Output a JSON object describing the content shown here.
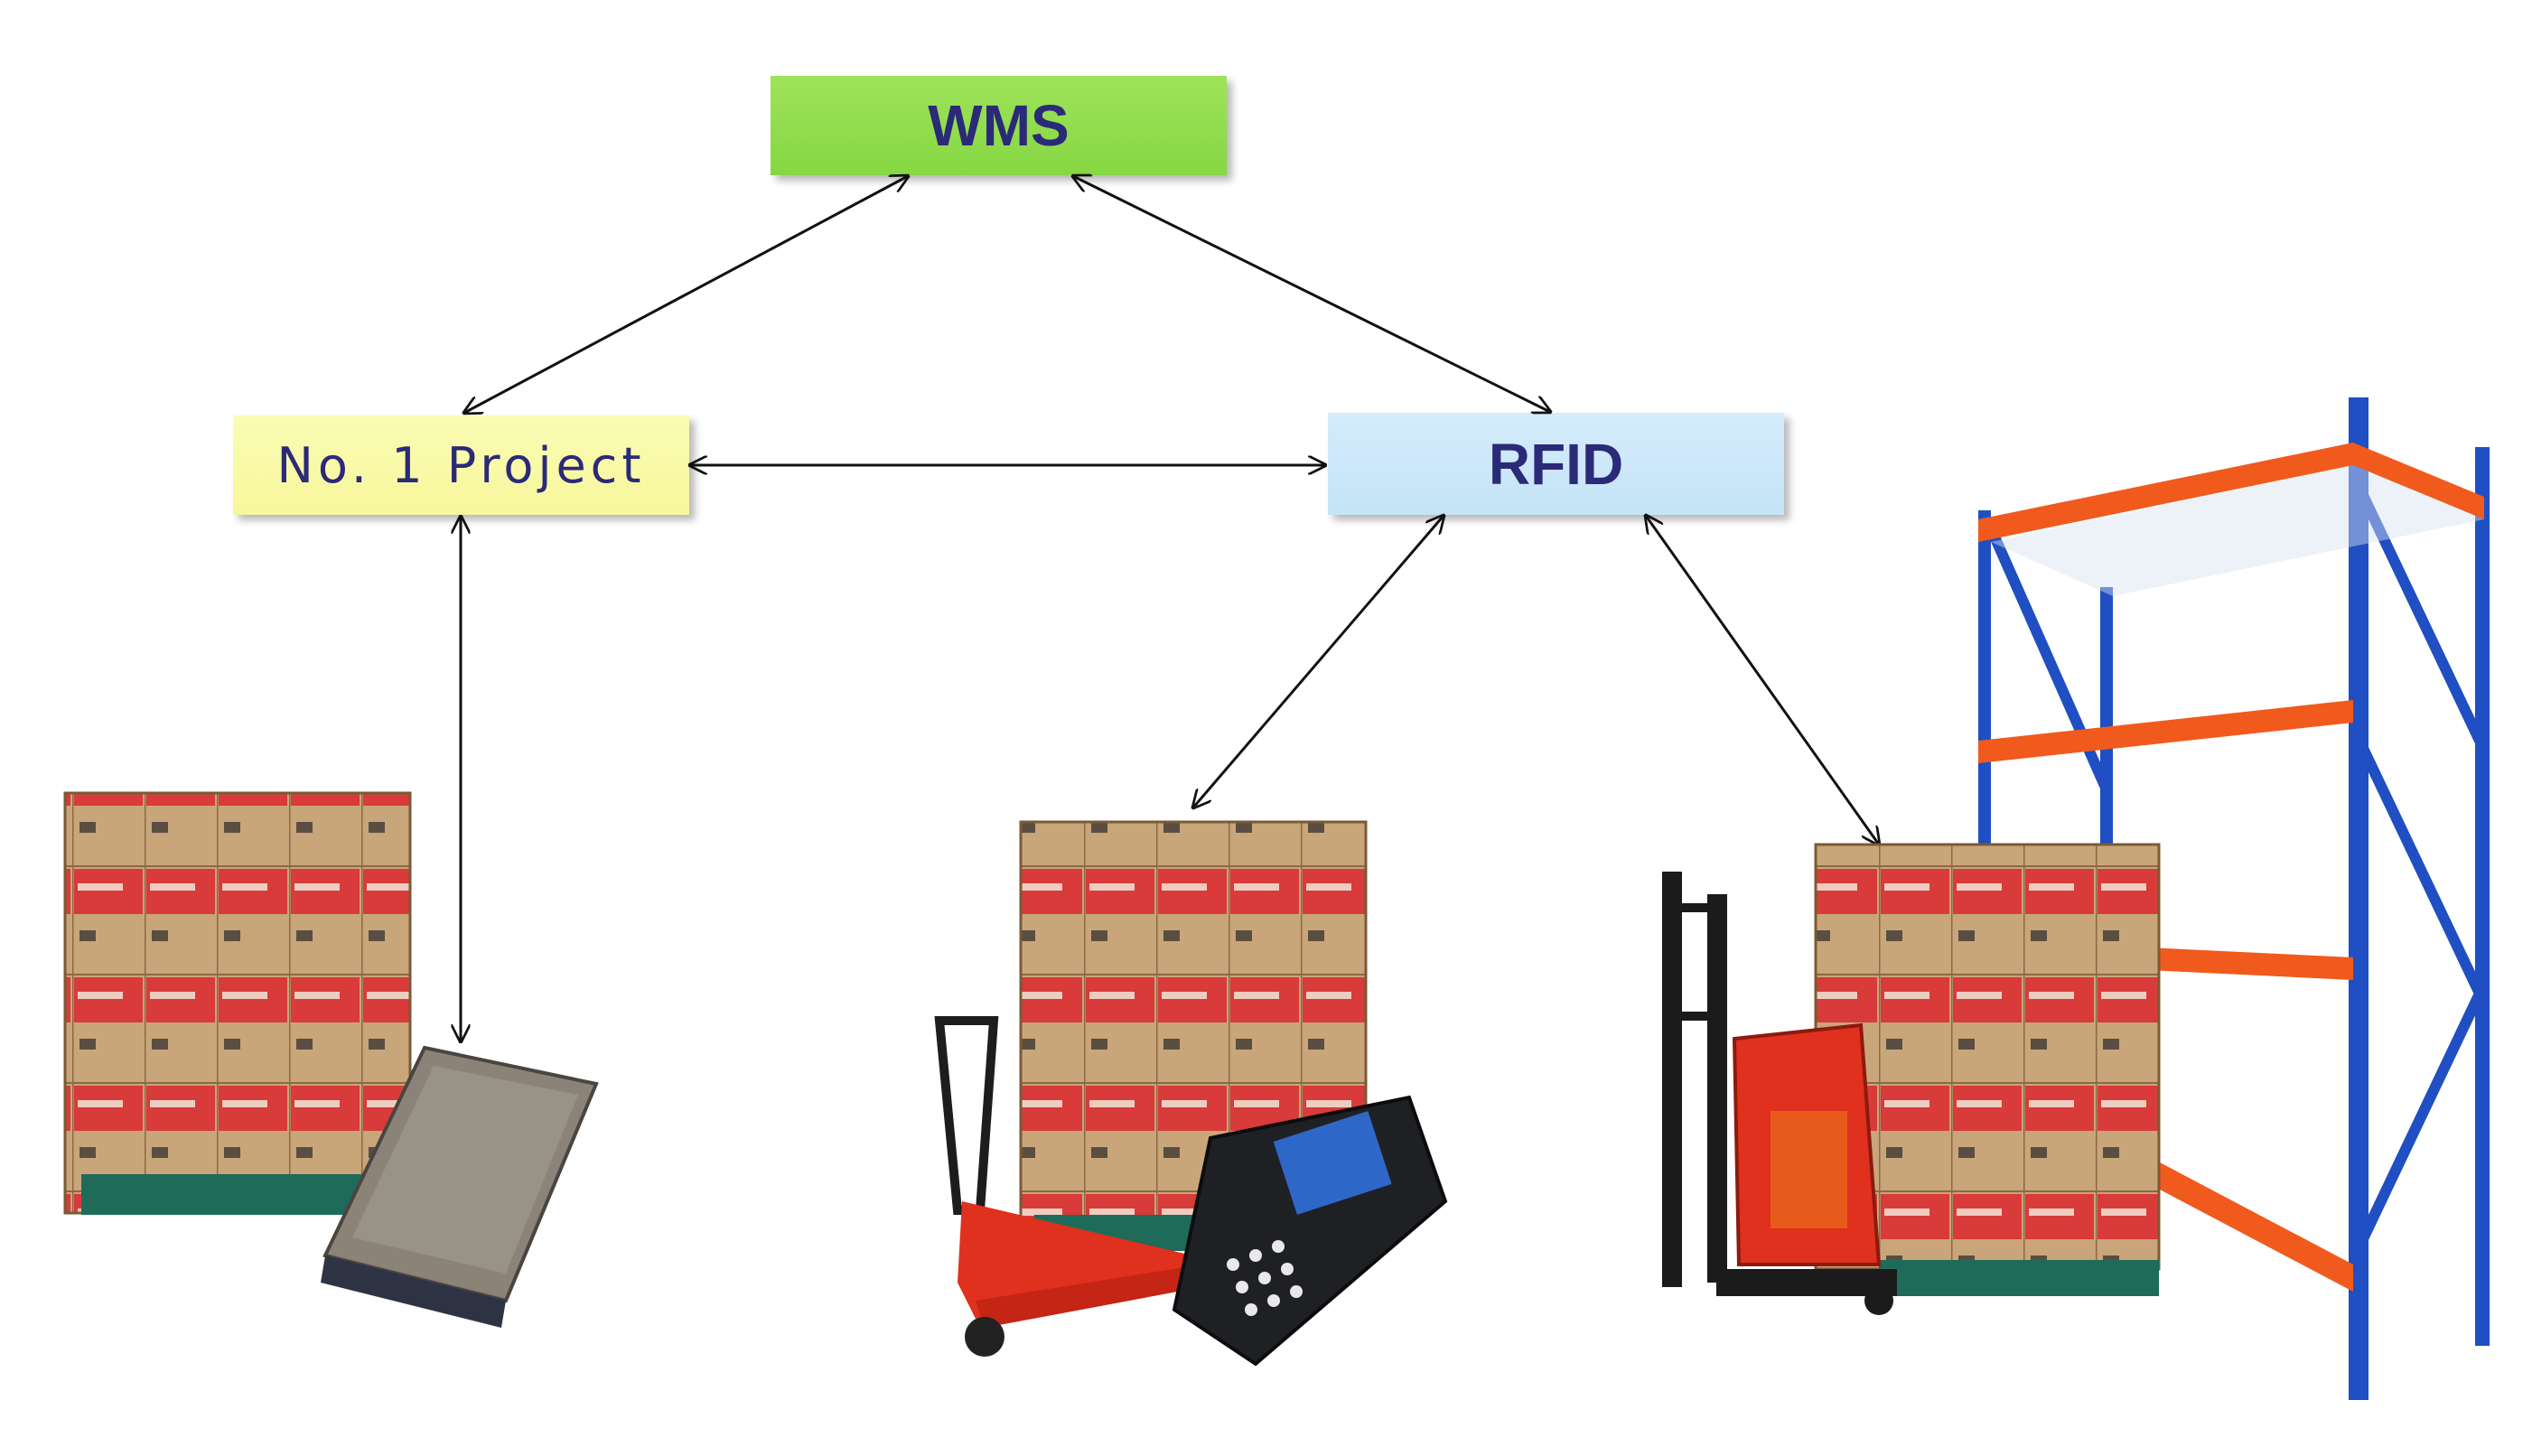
{
  "diagram": {
    "nodes": {
      "wms": {
        "label": "WMS",
        "fill": "#8fdc4d"
      },
      "project": {
        "label": "No. 1 Project",
        "fill": "#f9f9a6"
      },
      "rfid": {
        "label": "RFID",
        "fill": "#cce8fa"
      }
    },
    "edges": [
      {
        "from": "WMS",
        "to": "No. 1 Project",
        "style": "bidirectional-arrow"
      },
      {
        "from": "WMS",
        "to": "RFID",
        "style": "bidirectional-arrow"
      },
      {
        "from": "No. 1 Project",
        "to": "RFID",
        "style": "bidirectional-arrow"
      },
      {
        "from": "No. 1 Project",
        "to": "reader device",
        "style": "bidirectional-arrow"
      },
      {
        "from": "RFID",
        "to": "handheld terminal",
        "style": "bidirectional-arrow"
      },
      {
        "from": "RFID",
        "to": "stacker / shelving",
        "style": "bidirectional-arrow"
      }
    ],
    "colors": {
      "label_text": "#2b2a78",
      "box_cardboard": "#c9a57a",
      "box_print": "#d93a3a",
      "pallet": "#1f6b5a",
      "rack_upright": "#1f4fc2",
      "rack_beam": "#f15a1d"
    },
    "illustrations": [
      "palletized-cartons-with-rfid-reader",
      "pallet-jack-with-cartons-and-handheld-terminal",
      "stacker-forklift-with-cartons-and-pallet-rack"
    ]
  }
}
